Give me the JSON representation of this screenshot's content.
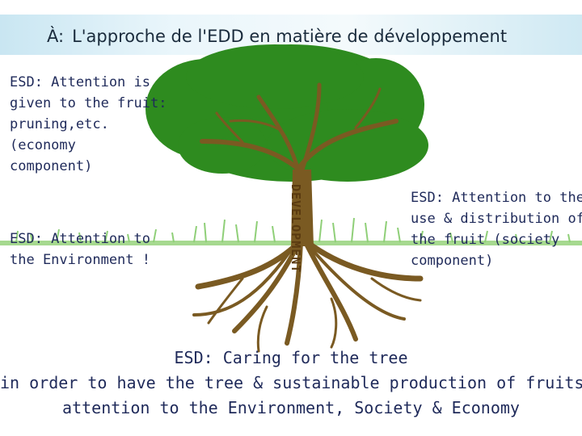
{
  "title": {
    "marker": "À:",
    "text": "L'approche de l'EDD en matière de développement"
  },
  "labels": {
    "fruit": "ESD: Attention is\ngiven to the fruit:\npruning,etc.\n(economy\ncomponent)",
    "environment": "ESD: Attention to\nthe Environment !",
    "society": "ESD: Attention to the\nuse & distribution of\nthe fruit (society\ncomponent)",
    "trunk": "DEVELOPMENT"
  },
  "bottom": {
    "line1": "ESD: Caring for the tree",
    "line2": "in order to have the tree & sustainable production of fruits;",
    "line3": "attention to the Environment, Society & Economy"
  },
  "colors": {
    "canopy": "#2e8b1f",
    "trunk": "#7a5a22",
    "grass": "#7fc26a",
    "text": "#1f2a5a"
  }
}
